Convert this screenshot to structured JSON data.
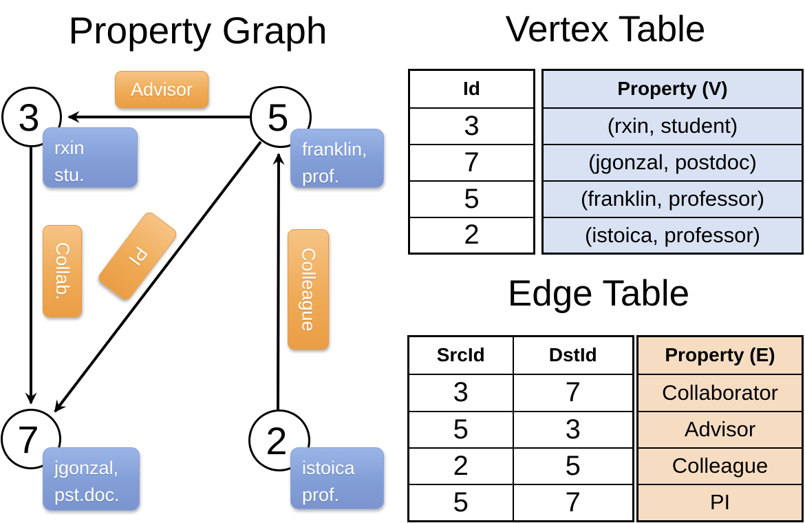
{
  "graph": {
    "title": "Property Graph",
    "vertices": [
      {
        "id": "3",
        "line1": "rxin",
        "line2": "stu."
      },
      {
        "id": "5",
        "line1": "franklin,",
        "line2": "prof."
      },
      {
        "id": "7",
        "line1": "jgonzal,",
        "line2": "pst.doc."
      },
      {
        "id": "2",
        "line1": "istoica",
        "line2": "prof."
      }
    ],
    "edge_labels": {
      "advisor": "Advisor",
      "collab": "Collab.",
      "pi": "PI",
      "colleague": "Colleague"
    }
  },
  "vertex_table": {
    "title": "Vertex Table",
    "headers": {
      "id": "Id",
      "property": "Property (V)"
    },
    "rows": [
      {
        "id": "3",
        "property": "(rxin, student)"
      },
      {
        "id": "7",
        "property": "(jgonzal, postdoc)"
      },
      {
        "id": "5",
        "property": "(franklin, professor)"
      },
      {
        "id": "2",
        "property": "(istoica, professor)"
      }
    ]
  },
  "edge_table": {
    "title": "Edge Table",
    "headers": {
      "src": "SrcId",
      "dst": "DstId",
      "property": "Property (E)"
    },
    "rows": [
      {
        "src": "3",
        "dst": "7",
        "property": "Collaborator"
      },
      {
        "src": "5",
        "dst": "3",
        "property": "Advisor"
      },
      {
        "src": "2",
        "dst": "5",
        "property": "Colleague"
      },
      {
        "src": "5",
        "dst": "7",
        "property": "PI"
      }
    ]
  },
  "colors": {
    "vertex_property_fill": "#D9E2F3",
    "edge_property_fill": "#F6DDC2",
    "orange_box": "#EFAB57",
    "blue_box": "#84A0D8",
    "line": "#000000"
  }
}
